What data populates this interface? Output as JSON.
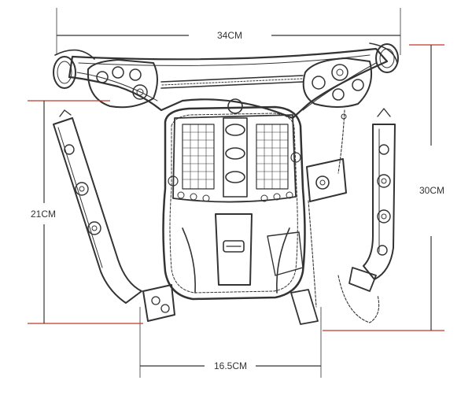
{
  "colors": {
    "dimension_line": "#c0392b",
    "guide_line": "#333333",
    "sketch_stroke": "#333333",
    "background": "#ffffff"
  },
  "dimensions": {
    "width_top": "34CM",
    "height_left": "21CM",
    "height_right": "30CM",
    "width_bottom": "16.5CM"
  }
}
